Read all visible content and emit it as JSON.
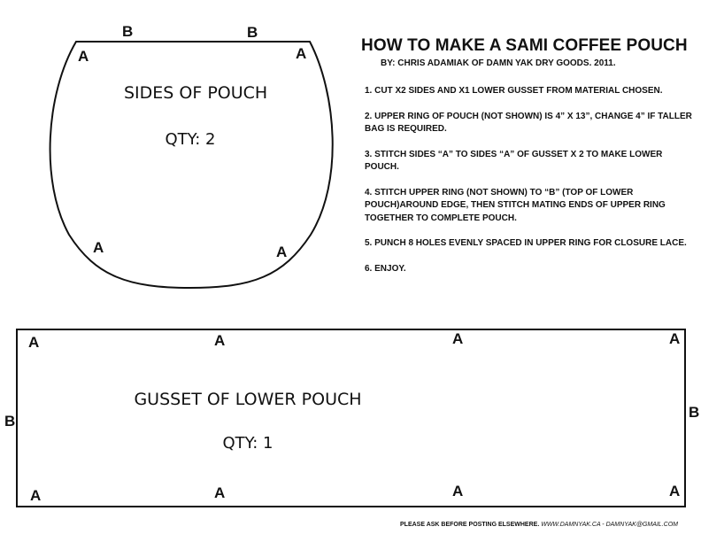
{
  "instructions": {
    "title": "HOW TO MAKE A SAMI COFFEE POUCH",
    "byline": "BY: CHRIS ADAMIAK OF DAMN YAK DRY GOODS. 2011.",
    "steps": [
      "1. CUT X2 SIDES AND X1 LOWER GUSSET FROM MATERIAL CHOSEN.",
      "2. UPPER RING OF POUCH (NOT SHOWN)  IS 4” X 13”, CHANGE 4”  IF TALLER BAG IS REQUIRED.",
      "3. STITCH SIDES “A” TO SIDES “A” OF GUSSET X 2 TO MAKE LOWER POUCH.",
      "4. STITCH UPPER RING (NOT SHOWN) TO “B” (TOP OF LOWER POUCH)AROUND EDGE, THEN STITCH MATING ENDS OF UPPER RING TOGETHER  TO COMPLETE POUCH.",
      "5.  PUNCH 8 HOLES EVENLY SPACED IN UPPER RING FOR CLOSURE LACE.",
      "6. ENJOY."
    ]
  },
  "pouch_side": {
    "title": "SIDES OF POUCH",
    "qty": "QTY: 2",
    "labels": {
      "top_left_b": "B",
      "top_right_b": "B",
      "upper_left_a": "A",
      "upper_right_a": "A",
      "lower_left_a": "A",
      "lower_right_a": "A"
    }
  },
  "gusset": {
    "title": "GUSSET OF LOWER POUCH",
    "qty": "QTY: 1",
    "labels": {
      "top_a_1": "A",
      "top_a_2": "A",
      "top_a_3": "A",
      "top_a_4": "A",
      "bottom_a_1": "A",
      "bottom_a_2": "A",
      "bottom_a_3": "A",
      "bottom_a_4": "A",
      "left_b": "B",
      "right_b": "B"
    }
  },
  "footer": {
    "notice": "PLEASE ASK BEFORE POSTING ELSEWHERE.",
    "contact": "WWW.DAMNYAK.CA - DAMNYAK@GMAIL.COM"
  }
}
